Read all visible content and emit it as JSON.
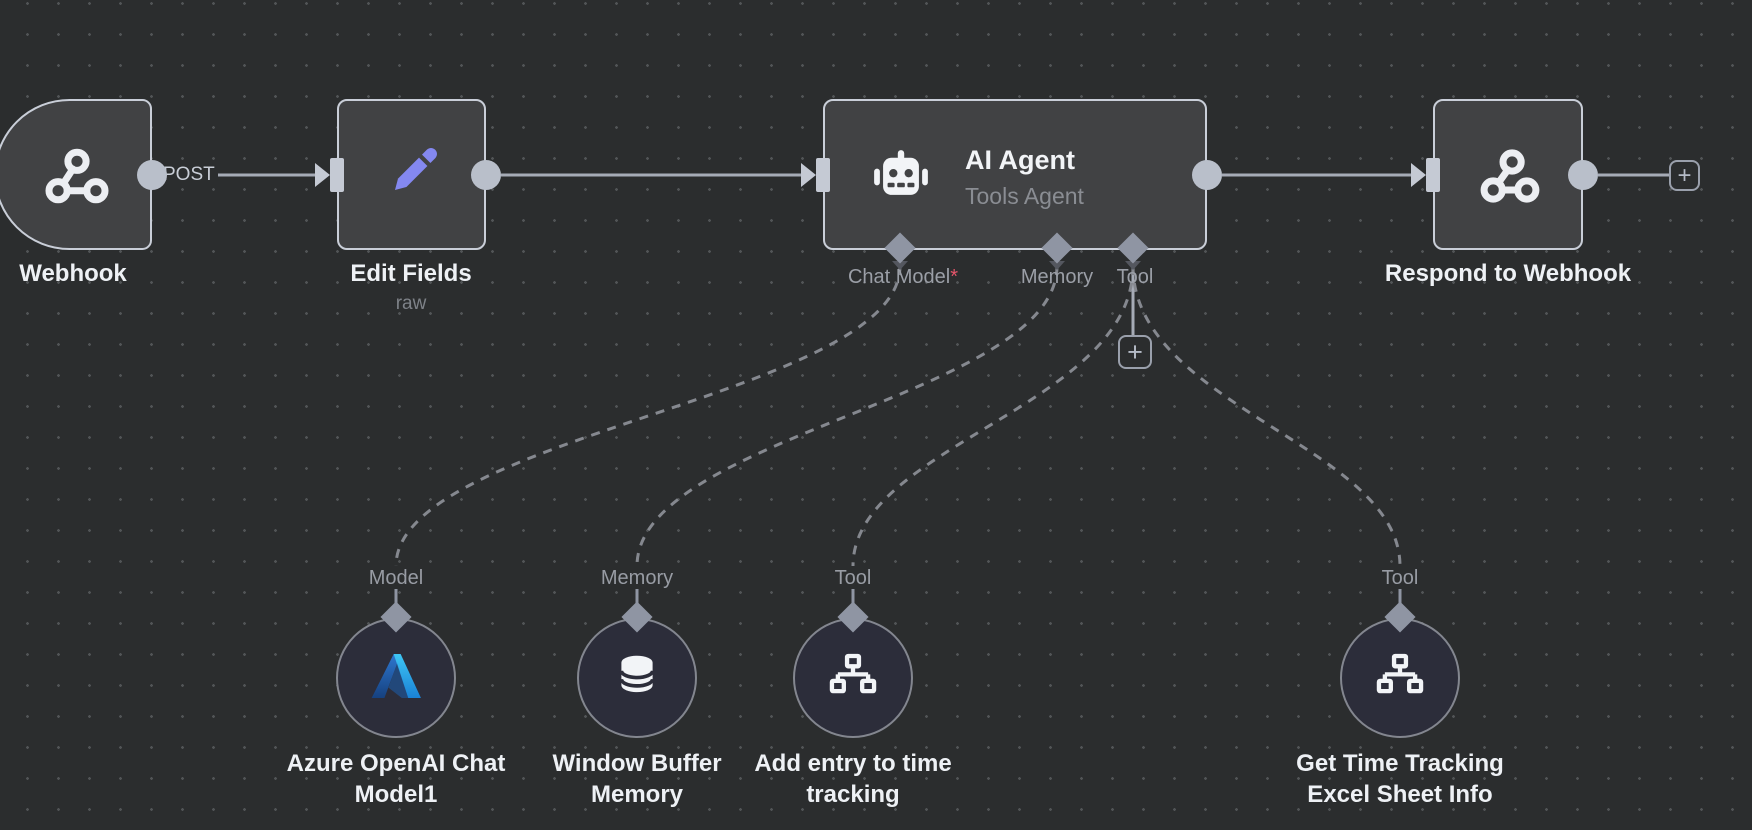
{
  "colors": {
    "canvas_bg": "#2b2d2e",
    "node_fill": "#414244",
    "node_border": "#c9ced8",
    "circle_node_fill": "#2c2d3a",
    "accent_purple": "#8488f0",
    "connector_gray": "#8f95a3",
    "endpoint_gray": "#b9bfca",
    "dashed_line": "#85888f",
    "text_primary": "#eef1f5",
    "text_muted": "#7e8288",
    "required_red": "#e4556a",
    "azure_blue_light": "#3ec6f4",
    "azure_blue_dark": "#16417f"
  },
  "icons": {
    "webhook": "webhook-icon",
    "pencil": "pencil-icon",
    "robot": "robot-icon",
    "azure": "azure-icon",
    "database": "database-icon",
    "sitemap": "sitemap-icon",
    "plus": "plus-icon"
  },
  "workflow": {
    "plus": "+",
    "webhook": {
      "label": "Webhook",
      "output_tag": "POST"
    },
    "edit_fields": {
      "label": "Edit Fields",
      "subtitle": "raw"
    },
    "ai_agent": {
      "label": "AI Agent",
      "subtitle": "Tools Agent",
      "ports": [
        {
          "label": "Chat Model",
          "required_marker": "*"
        },
        {
          "label": "Memory",
          "required_marker": ""
        },
        {
          "label": "Tool",
          "required_marker": ""
        }
      ]
    },
    "respond": {
      "label": "Respond to Webhook"
    },
    "sub_nodes": [
      {
        "connector": "Model",
        "line1": "Azure OpenAI Chat",
        "line2": "Model1"
      },
      {
        "connector": "Memory",
        "line1": "Window Buffer",
        "line2": "Memory"
      },
      {
        "connector": "Tool",
        "line1": "Add entry to time",
        "line2": "tracking"
      },
      {
        "connector": "Tool",
        "line1": "Get Time Tracking",
        "line2": "Excel Sheet Info"
      }
    ]
  }
}
